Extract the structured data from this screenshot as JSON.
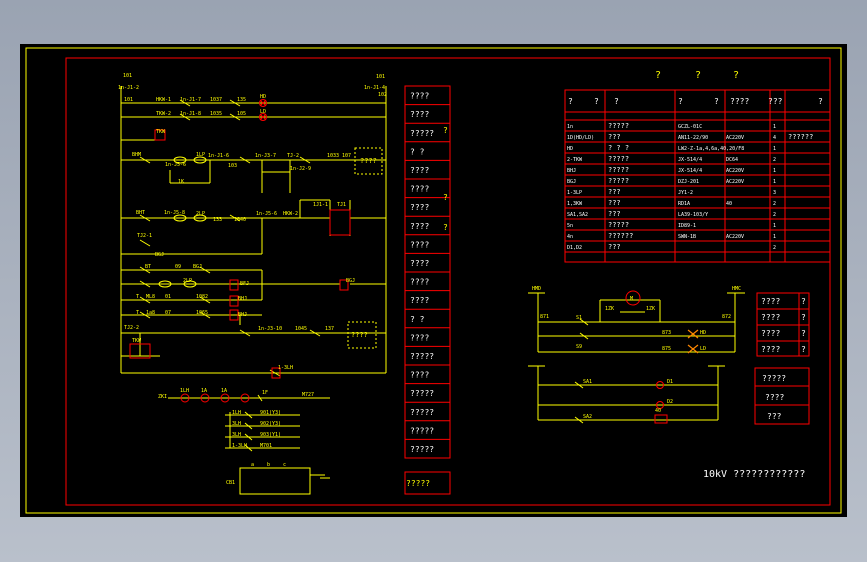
{
  "colors": {
    "sheet": "#000000",
    "frame": "#ff0000",
    "wire": "#ffff00",
    "text_white": "#ffffff",
    "background": "#a9b1bd"
  },
  "left": {
    "tl_a": "101",
    "tl_b": "1n-J1-2",
    "tr_a": "101",
    "tr_b": "1n-J1-4",
    "tr_c": "102",
    "r1": [
      "101",
      "HKW-1",
      "1n-J1-7",
      "1037",
      "135",
      "HD"
    ],
    "r2": [
      "TKW-2",
      "1n-J1-8",
      "1035",
      "105",
      "LD"
    ],
    "r3": [
      "TKW"
    ],
    "r4": [
      "BHM",
      "1n-J5-6",
      "1LP",
      "1n-J1-6",
      "1n-J3-7",
      "TJ-2",
      "1033",
      "107"
    ],
    "r4_sub": [
      "103",
      "1n-J2-9"
    ],
    "r5": [
      "1K"
    ],
    "r6": [
      "BHT",
      "1n-J5-8",
      "2LP",
      "133",
      "1040",
      "1n-J5-6",
      "HKW-2",
      "1J1-1",
      "TJ1"
    ],
    "r7": [
      "TJ2-1",
      "BGJ"
    ],
    "r8": [
      "BT",
      "09",
      "BGJ",
      "BGJ"
    ],
    "r9": [
      "2LP",
      "BFJ"
    ],
    "r10": [
      "T",
      "ML8",
      "01",
      "1082",
      "BHJ"
    ],
    "r11": [
      "T",
      "1a8",
      "07",
      "1065",
      "BHJ"
    ],
    "r12": [
      "TJ2-2",
      "1n-J3-10",
      "1045",
      "137"
    ],
    "r12_coil": "TKW",
    "r13": "1-3LH",
    "m_row": [
      "ZKI",
      "M727"
    ],
    "m_r": [
      "1LH",
      "1A",
      "1A",
      "1F"
    ],
    "rel_rows": [
      "1LH",
      "3LH",
      "3LH",
      "1-3LH"
    ],
    "rel_vals": [
      "901(Y3)",
      "902(Y3)",
      "903(Y1)",
      "M701"
    ],
    "cap": "CB1",
    "cap_pins": [
      "a",
      "b",
      "c"
    ],
    "dashed_box_a": "????",
    "dashed_box_b": "????"
  },
  "legend": {
    "items": [
      "????",
      "????",
      "?????",
      "? ?",
      "????",
      "????",
      "????",
      "????",
      "????",
      "????",
      "????",
      "????",
      "? ?",
      "????",
      "?????",
      "????",
      "?????",
      "?????",
      "?????",
      "?????"
    ],
    "side": [
      "?",
      "?",
      "?"
    ],
    "bottom": "?????"
  },
  "table": {
    "title": [
      "?",
      "?",
      "?"
    ],
    "headers": [
      "?",
      "?",
      "?",
      "?",
      "?",
      "????",
      "???",
      "?"
    ],
    "rows": [
      [
        "1n",
        "?????",
        "GCZL-01C",
        "",
        "1",
        ""
      ],
      [
        "1D(HD/LD)",
        "???",
        "AN11-22/90",
        "AC220V",
        "4",
        "??????"
      ],
      [
        "HD",
        "? ? ?",
        "LW2-Z-1a,4,6a,40,20/F8",
        "",
        "1",
        ""
      ],
      [
        "2-TKW",
        "?????",
        "JX-514/4",
        "DC64",
        "2",
        ""
      ],
      [
        "BHJ",
        "?????",
        "JX-514/4",
        "AC220V",
        "1",
        ""
      ],
      [
        "BGJ",
        "?????",
        "DZJ-201",
        "AC220V",
        "1",
        ""
      ],
      [
        "1-3LP",
        "???",
        "JY1-2",
        "",
        "3",
        ""
      ],
      [
        "1,3KW",
        "???",
        "RD1A",
        "40",
        "2",
        ""
      ],
      [
        "SA1,SA2",
        "???",
        "LA39-103/Y",
        "",
        "2",
        ""
      ],
      [
        "5n",
        "?????",
        "ID89-1",
        "",
        "1",
        ""
      ],
      [
        "4n",
        "??????",
        "SWN-1B",
        "AC220V",
        "1",
        ""
      ],
      [
        "D1,D2",
        "???",
        "",
        "",
        "2",
        ""
      ]
    ]
  },
  "right": {
    "motor_labels": [
      "HMD",
      "HMC",
      "871",
      "872",
      "S1",
      "S9",
      "873",
      "875",
      "HD",
      "LD",
      "M",
      "1ZK",
      "1ZK"
    ],
    "lower_labels": [
      "SA1",
      "SA2",
      "D1",
      "D2",
      "40"
    ],
    "small_box": [
      "????",
      "?",
      "????",
      "?",
      "????",
      "?",
      "????",
      "?"
    ],
    "box2": [
      "?????",
      "????",
      "???"
    ],
    "footer": "10kV ????????????"
  }
}
